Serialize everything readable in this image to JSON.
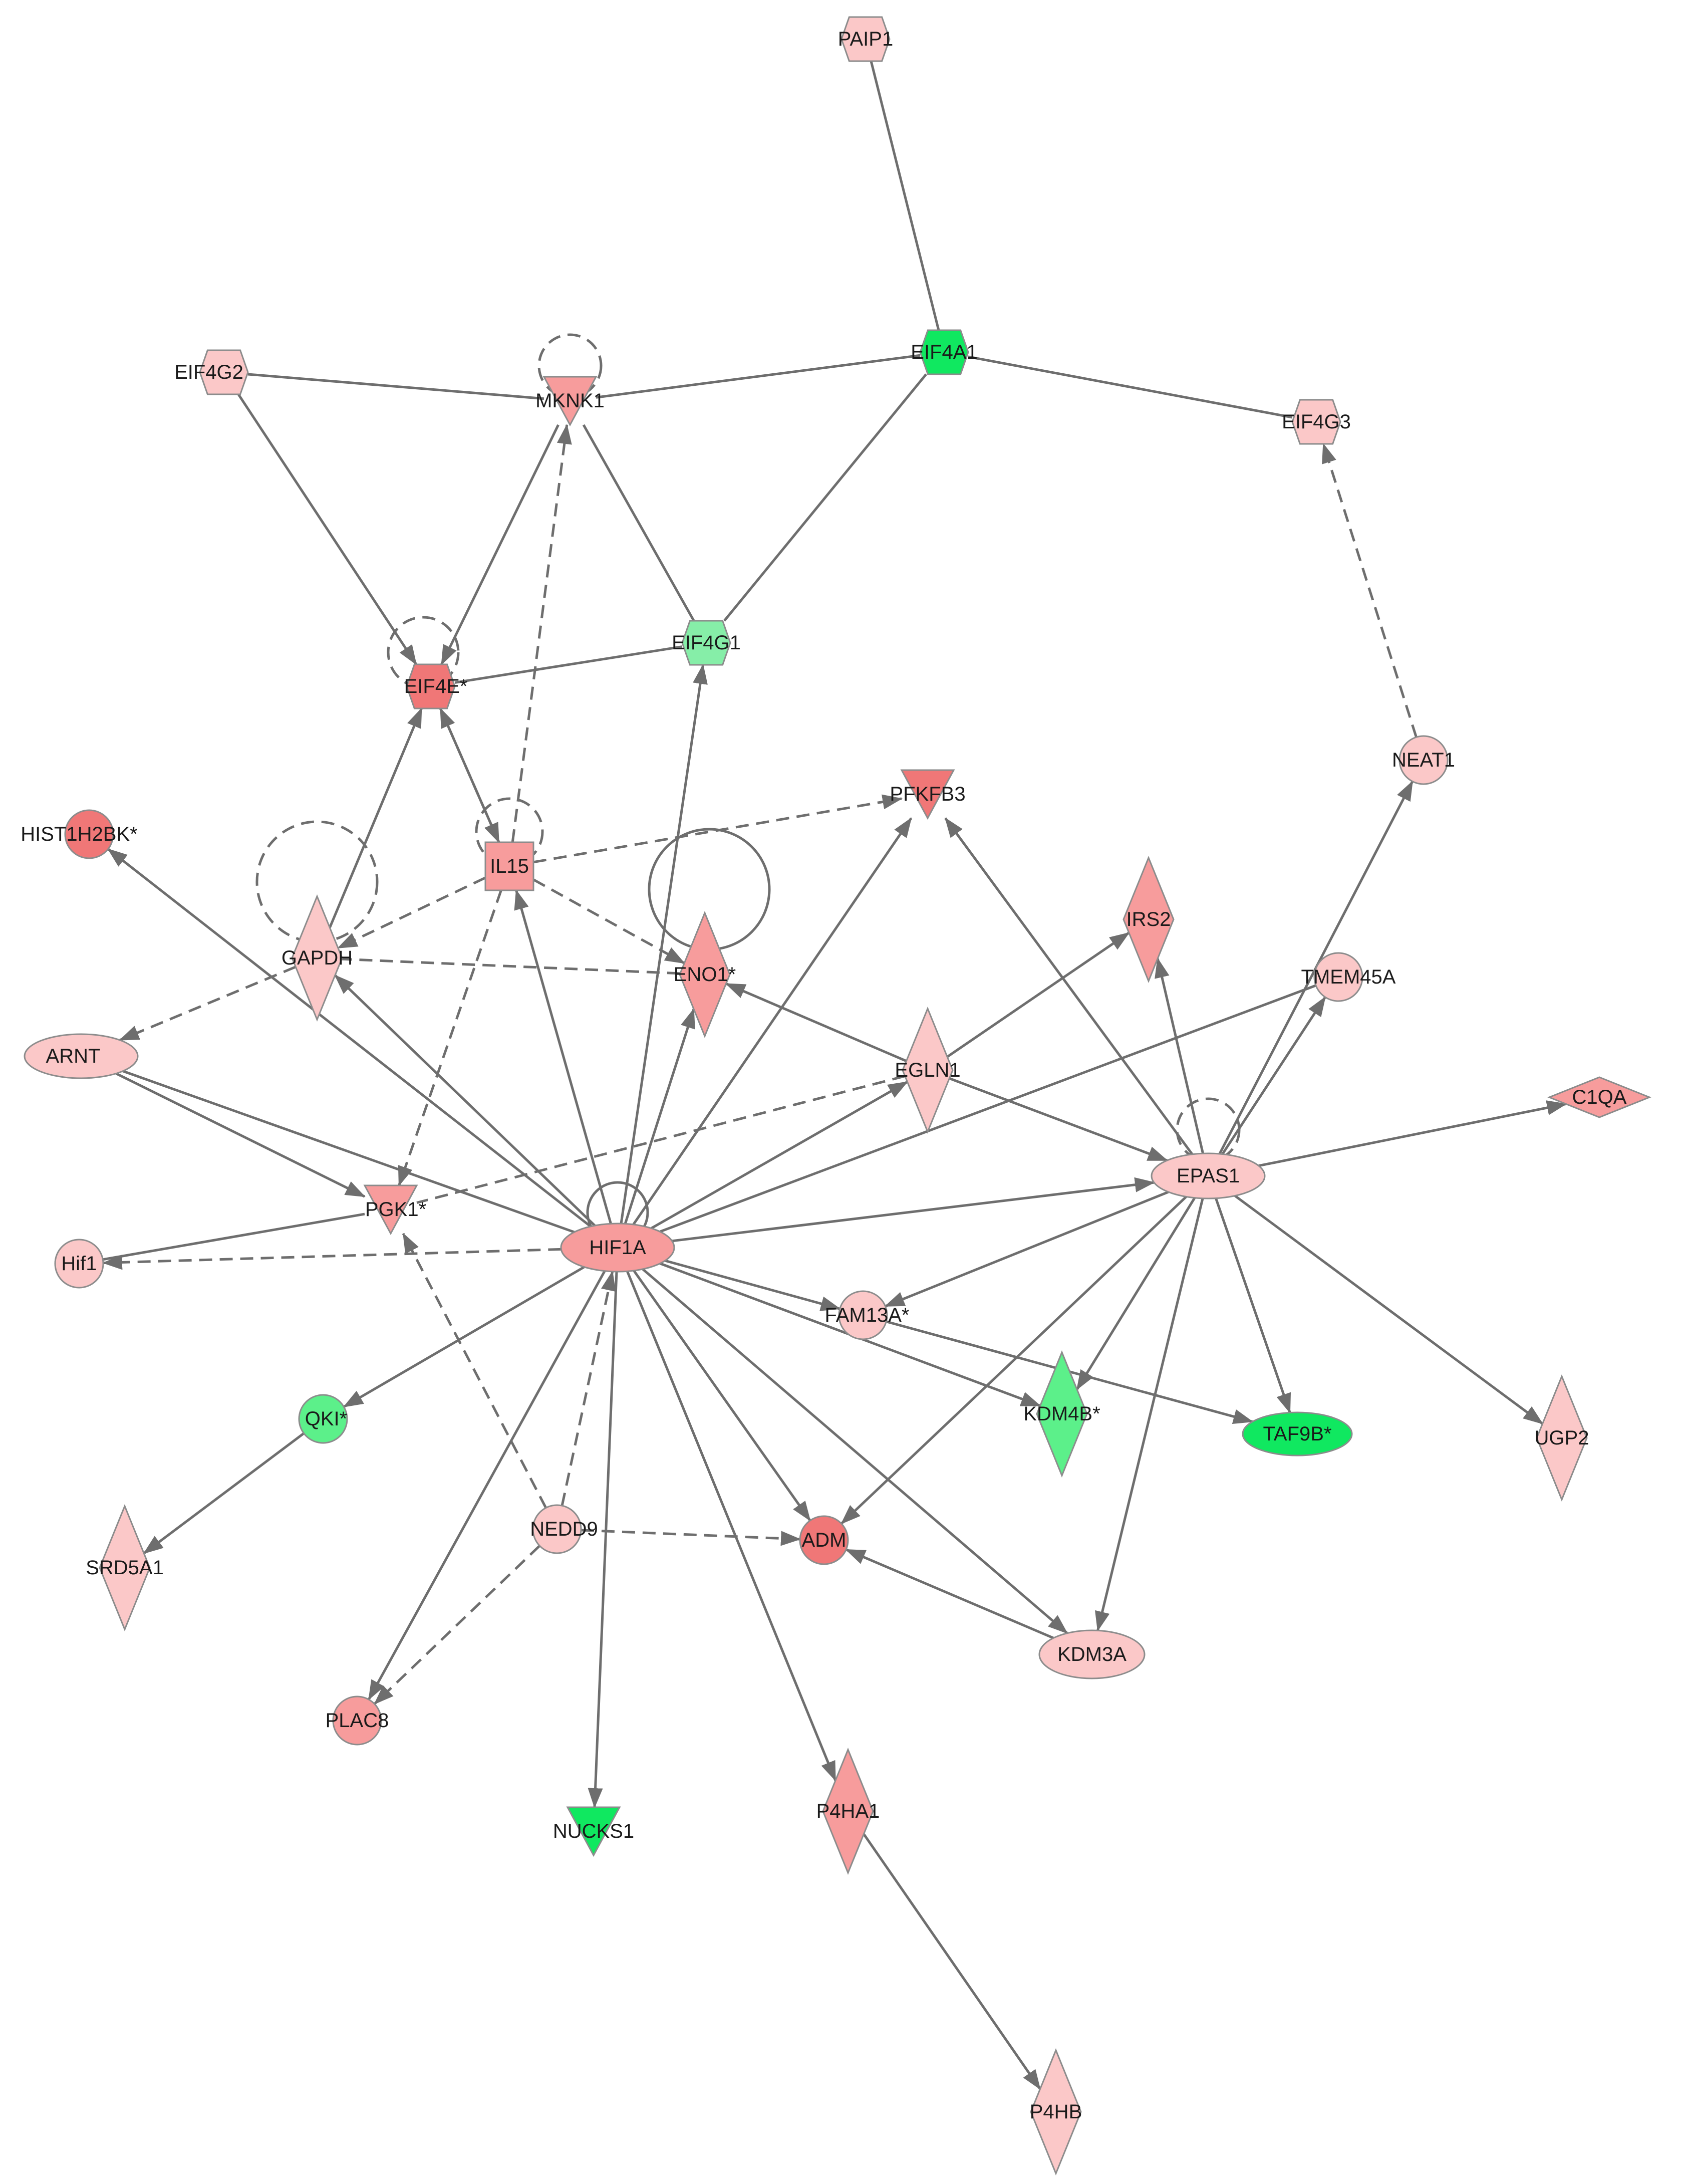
{
  "colors": {
    "red_strong": "#f07777",
    "red_mid": "#f79c9c",
    "red_light": "#fbc8c8",
    "green_strong": "#10e860",
    "green_mid": "#5cf08a",
    "green_light": "#86eea8",
    "edge": "#6e6e6e"
  },
  "nodes": [
    {
      "id": "PAIP1",
      "label": "PAIP1",
      "shape": "hexagon",
      "color": "red_light"
    },
    {
      "id": "EIF4G2",
      "label": "EIF4G2",
      "shape": "hexagon",
      "color": "red_light"
    },
    {
      "id": "MKNK1",
      "label": "MKNK1",
      "shape": "triangle-down",
      "color": "red_mid"
    },
    {
      "id": "EIF4A1",
      "label": "EIF4A1",
      "shape": "hexagon",
      "color": "green_strong"
    },
    {
      "id": "EIF4G3",
      "label": "EIF4G3",
      "shape": "hexagon",
      "color": "red_light"
    },
    {
      "id": "EIF4E",
      "label": "EIF4E*",
      "shape": "hexagon",
      "color": "red_strong"
    },
    {
      "id": "EIF4G1",
      "label": "EIF4G1",
      "shape": "hexagon",
      "color": "green_light"
    },
    {
      "id": "NEAT1",
      "label": "NEAT1",
      "shape": "circle",
      "color": "red_light"
    },
    {
      "id": "HIST1H2BK",
      "label": "HIST1H2BK*",
      "shape": "circle",
      "color": "red_strong"
    },
    {
      "id": "PFKFB3",
      "label": "PFKFB3",
      "shape": "triangle-down",
      "color": "red_strong"
    },
    {
      "id": "IL15",
      "label": "IL15",
      "shape": "square",
      "color": "red_mid"
    },
    {
      "id": "GAPDH",
      "label": "GAPDH",
      "shape": "diamond",
      "color": "red_light"
    },
    {
      "id": "ENO1",
      "label": "ENO1*",
      "shape": "diamond",
      "color": "red_mid"
    },
    {
      "id": "IRS2",
      "label": "IRS2",
      "shape": "diamond",
      "color": "red_mid"
    },
    {
      "id": "TMEM45A",
      "label": "TMEM45A",
      "shape": "circle",
      "color": "red_light"
    },
    {
      "id": "ARNT",
      "label": "ARNT",
      "shape": "ellipse",
      "color": "red_light"
    },
    {
      "id": "EGLN1",
      "label": "EGLN1",
      "shape": "diamond",
      "color": "red_light"
    },
    {
      "id": "C1QA",
      "label": "C1QA",
      "shape": "diamond-wide",
      "color": "red_mid"
    },
    {
      "id": "EPAS1",
      "label": "EPAS1",
      "shape": "ellipse",
      "color": "red_light"
    },
    {
      "id": "PGK1",
      "label": "PGK1*",
      "shape": "triangle-down",
      "color": "red_mid"
    },
    {
      "id": "Hif1",
      "label": "Hif1",
      "shape": "circle",
      "color": "red_light"
    },
    {
      "id": "HIF1A",
      "label": "HIF1A",
      "shape": "ellipse",
      "color": "red_mid"
    },
    {
      "id": "FAM13A",
      "label": "FAM13A*",
      "shape": "circle",
      "color": "red_light"
    },
    {
      "id": "QKI",
      "label": "QKI*",
      "shape": "circle",
      "color": "green_mid"
    },
    {
      "id": "KDM4B",
      "label": "KDM4B*",
      "shape": "diamond",
      "color": "green_mid"
    },
    {
      "id": "TAF9B",
      "label": "TAF9B*",
      "shape": "ellipse",
      "color": "green_strong"
    },
    {
      "id": "UGP2",
      "label": "UGP2",
      "shape": "diamond",
      "color": "red_light"
    },
    {
      "id": "SRD5A1",
      "label": "SRD5A1",
      "shape": "diamond",
      "color": "red_light"
    },
    {
      "id": "NEDD9",
      "label": "NEDD9",
      "shape": "circle",
      "color": "red_light"
    },
    {
      "id": "ADM",
      "label": "ADM",
      "shape": "circle",
      "color": "red_strong"
    },
    {
      "id": "KDM3A",
      "label": "KDM3A",
      "shape": "ellipse",
      "color": "red_light"
    },
    {
      "id": "PLAC8",
      "label": "PLAC8",
      "shape": "circle",
      "color": "red_mid"
    },
    {
      "id": "NUCKS1",
      "label": "NUCKS1",
      "shape": "triangle-down",
      "color": "green_strong"
    },
    {
      "id": "P4HA1",
      "label": "P4HA1",
      "shape": "diamond",
      "color": "red_mid"
    },
    {
      "id": "P4HB",
      "label": "P4HB",
      "shape": "diamond",
      "color": "red_light"
    }
  ],
  "edges": [
    {
      "from": "PAIP1",
      "to": "EIF4A1",
      "style": "solid",
      "arrow": false
    },
    {
      "from": "EIF4G2",
      "to": "MKNK1",
      "style": "solid",
      "arrow": false
    },
    {
      "from": "MKNK1",
      "to": "EIF4A1",
      "style": "solid",
      "arrow": false
    },
    {
      "from": "EIF4A1",
      "to": "EIF4G3",
      "style": "solid",
      "arrow": false
    },
    {
      "from": "EIF4A1",
      "to": "EIF4G1",
      "style": "solid",
      "arrow": false
    },
    {
      "from": "MKNK1",
      "to": "EIF4G1",
      "style": "solid",
      "arrow": false
    },
    {
      "from": "EIF4G2",
      "to": "EIF4E",
      "style": "solid",
      "arrow": true
    },
    {
      "from": "MKNK1",
      "to": "EIF4E",
      "style": "solid",
      "arrow": true
    },
    {
      "from": "EIF4G1",
      "to": "EIF4E",
      "style": "solid",
      "arrow": false
    },
    {
      "from": "NEAT1",
      "to": "EIF4G3",
      "style": "dashed",
      "arrow": true
    },
    {
      "from": "IL15",
      "to": "MKNK1",
      "style": "dashed",
      "arrow": true
    },
    {
      "from": "IL15",
      "to": "EIF4E",
      "style": "solid",
      "arrow": true
    },
    {
      "from": "EIF4E",
      "to": "IL15",
      "style": "dashed",
      "arrow": true
    },
    {
      "from": "GAPDH",
      "to": "EIF4E",
      "style": "solid",
      "arrow": true
    },
    {
      "from": "IL15",
      "to": "PFKFB3",
      "style": "dashed",
      "arrow": true
    },
    {
      "from": "IL15",
      "to": "GAPDH",
      "style": "dashed",
      "arrow": true
    },
    {
      "from": "IL15",
      "to": "ENO1",
      "style": "dashed",
      "arrow": true
    },
    {
      "from": "IL15",
      "to": "PGK1",
      "style": "dashed",
      "arrow": true
    },
    {
      "from": "ENO1",
      "to": "GAPDH",
      "style": "dashed",
      "arrow": false
    },
    {
      "from": "GAPDH",
      "to": "ARNT",
      "style": "dashed",
      "arrow": true
    },
    {
      "from": "EGLN1",
      "to": "ENO1",
      "style": "solid",
      "arrow": true
    },
    {
      "from": "EGLN1",
      "to": "IRS2",
      "style": "solid",
      "arrow": true
    },
    {
      "from": "EGLN1",
      "to": "EPAS1",
      "style": "solid",
      "arrow": true
    },
    {
      "from": "HIF1A",
      "to": "EIF4G1",
      "style": "solid",
      "arrow": true
    },
    {
      "from": "HIF1A",
      "to": "IL15",
      "style": "solid",
      "arrow": true
    },
    {
      "from": "HIF1A",
      "to": "HIST1H2BK",
      "style": "solid",
      "arrow": true
    },
    {
      "from": "HIF1A",
      "to": "GAPDH",
      "style": "solid",
      "arrow": true
    },
    {
      "from": "HIF1A",
      "to": "ENO1",
      "style": "solid",
      "arrow": true
    },
    {
      "from": "HIF1A",
      "to": "PFKFB3",
      "style": "solid",
      "arrow": true
    },
    {
      "from": "HIF1A",
      "to": "EGLN1",
      "style": "solid",
      "arrow": true
    },
    {
      "from": "HIF1A",
      "to": "EPAS1",
      "style": "solid",
      "arrow": true
    },
    {
      "from": "HIF1A",
      "to": "TMEM45A",
      "style": "solid",
      "arrow": false
    },
    {
      "from": "HIF1A",
      "to": "Hif1",
      "style": "dashed",
      "arrow": true
    },
    {
      "from": "HIF1A",
      "to": "FAM13A",
      "style": "solid",
      "arrow": true
    },
    {
      "from": "HIF1A",
      "to": "KDM4B",
      "style": "solid",
      "arrow": true
    },
    {
      "from": "HIF1A",
      "to": "QKI",
      "style": "solid",
      "arrow": true
    },
    {
      "from": "HIF1A",
      "to": "ADM",
      "style": "solid",
      "arrow": true
    },
    {
      "from": "HIF1A",
      "to": "KDM3A",
      "style": "solid",
      "arrow": true
    },
    {
      "from": "HIF1A",
      "to": "PLAC8",
      "style": "solid",
      "arrow": true
    },
    {
      "from": "HIF1A",
      "to": "NUCKS1",
      "style": "solid",
      "arrow": true
    },
    {
      "from": "HIF1A",
      "to": "P4HA1",
      "style": "solid",
      "arrow": true
    },
    {
      "from": "ARNT",
      "to": "HIF1A",
      "style": "solid",
      "arrow": false
    },
    {
      "from": "ARNT",
      "to": "PGK1",
      "style": "solid",
      "arrow": true
    },
    {
      "from": "Hif1",
      "to": "PGK1",
      "style": "solid",
      "arrow": false
    },
    {
      "from": "EGLN1",
      "to": "PGK1",
      "style": "dashed",
      "arrow": false
    },
    {
      "from": "NEDD9",
      "to": "HIF1A",
      "style": "dashed",
      "arrow": true
    },
    {
      "from": "NEDD9",
      "to": "PGK1",
      "style": "dashed",
      "arrow": true
    },
    {
      "from": "NEDD9",
      "to": "ADM",
      "style": "dashed",
      "arrow": true
    },
    {
      "from": "NEDD9",
      "to": "PLAC8",
      "style": "dashed",
      "arrow": true
    },
    {
      "from": "QKI",
      "to": "SRD5A1",
      "style": "solid",
      "arrow": true
    },
    {
      "from": "EPAS1",
      "to": "PFKFB3",
      "style": "solid",
      "arrow": true
    },
    {
      "from": "EPAS1",
      "to": "IRS2",
      "style": "solid",
      "arrow": true
    },
    {
      "from": "EPAS1",
      "to": "TMEM45A",
      "style": "solid",
      "arrow": true
    },
    {
      "from": "EPAS1",
      "to": "NEAT1",
      "style": "solid",
      "arrow": true
    },
    {
      "from": "EPAS1",
      "to": "C1QA",
      "style": "solid",
      "arrow": true
    },
    {
      "from": "EPAS1",
      "to": "UGP2",
      "style": "solid",
      "arrow": true
    },
    {
      "from": "EPAS1",
      "to": "TAF9B",
      "style": "solid",
      "arrow": true
    },
    {
      "from": "EPAS1",
      "to": "KDM4B",
      "style": "solid",
      "arrow": true
    },
    {
      "from": "EPAS1",
      "to": "KDM3A",
      "style": "solid",
      "arrow": true
    },
    {
      "from": "EPAS1",
      "to": "ADM",
      "style": "solid",
      "arrow": true
    },
    {
      "from": "EPAS1",
      "to": "FAM13A",
      "style": "solid",
      "arrow": true
    },
    {
      "from": "FAM13A",
      "to": "TAF9B",
      "style": "solid",
      "arrow": true
    },
    {
      "from": "KDM3A",
      "to": "ADM",
      "style": "solid",
      "arrow": true
    },
    {
      "from": "P4HA1",
      "to": "P4HB",
      "style": "solid",
      "arrow": true
    }
  ],
  "self_loops": [
    {
      "node": "MKNK1",
      "style": "dashed"
    },
    {
      "node": "EIF4E",
      "style": "dashed"
    },
    {
      "node": "IL15",
      "style": "dashed"
    },
    {
      "node": "GAPDH",
      "style": "dashed"
    },
    {
      "node": "ENO1",
      "style": "solid"
    },
    {
      "node": "EPAS1",
      "style": "dashed"
    },
    {
      "node": "HIF1A",
      "style": "solid"
    }
  ]
}
